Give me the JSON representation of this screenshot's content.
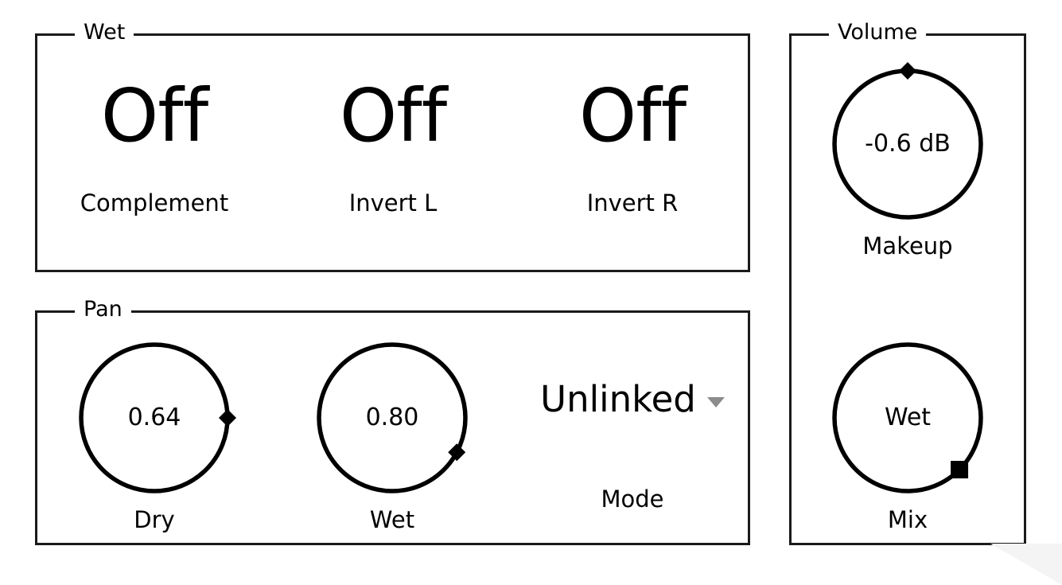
{
  "panel": {
    "background_color": "#ffffff",
    "border_color": "#1a1a1a",
    "caret_color": "#8c8c8c",
    "resize_grip_color": "#f4f4f4"
  },
  "groups": {
    "wet": {
      "legend": "Wet",
      "toggles": [
        {
          "value": "Off",
          "label": "Complement"
        },
        {
          "value": "Off",
          "label": "Invert L"
        },
        {
          "value": "Off",
          "label": "Invert R"
        }
      ]
    },
    "pan": {
      "legend": "Pan",
      "knobs": [
        {
          "readout": "0.64",
          "label": "Dry",
          "angle": 90,
          "marker": "diamond"
        },
        {
          "readout": "0.80",
          "label": "Wet",
          "angle": 118,
          "marker": "diamond"
        }
      ],
      "mode": {
        "value": "Unlinked",
        "label": "Mode",
        "caret_icon": "chevron-down-icon"
      }
    },
    "volume": {
      "legend": "Volume",
      "knobs": [
        {
          "readout": "-0.6 dB",
          "label": "Makeup",
          "angle": 0,
          "marker": "diamond"
        },
        {
          "readout": "Wet",
          "label": "Mix",
          "angle": 135,
          "marker": "square"
        }
      ]
    }
  }
}
